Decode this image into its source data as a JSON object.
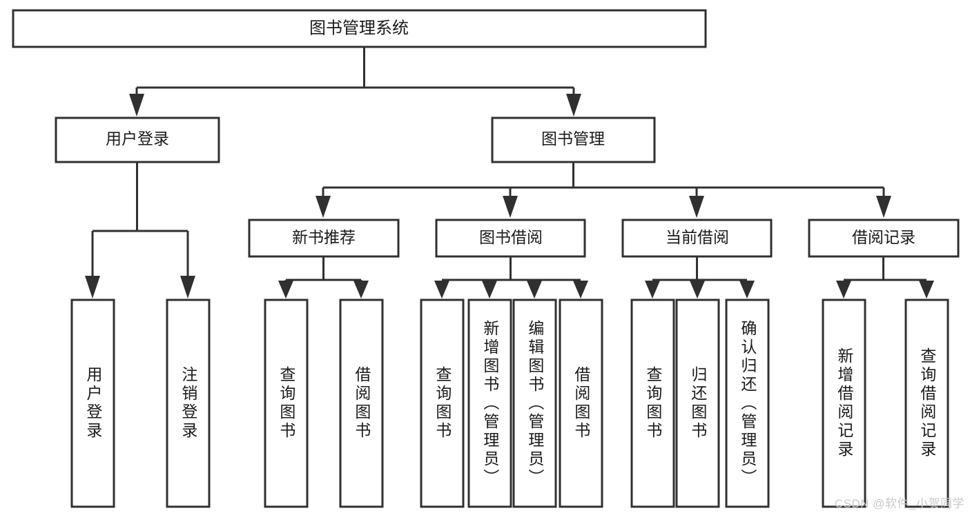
{
  "diagram": {
    "type": "tree-hierarchy",
    "title": "图书管理系统",
    "watermark": "CSDN @软件_小贺同学",
    "style": {
      "background": "#ffffff",
      "box_fill": "#ffffff",
      "line_color": "#303030",
      "text_color": "#1a1a1a",
      "watermark_color": "#c9c9c9"
    },
    "levels": {
      "level0": [
        {
          "id": "root",
          "label": "图书管理系统",
          "orientation": "horizontal"
        }
      ],
      "level1": [
        {
          "id": "user-login",
          "label": "用户登录",
          "orientation": "horizontal",
          "parent": "root"
        },
        {
          "id": "book-manage",
          "label": "图书管理",
          "orientation": "horizontal",
          "parent": "root"
        }
      ],
      "level2": [
        {
          "id": "new-book-recommend",
          "label": "新书推荐",
          "orientation": "horizontal",
          "parent": "book-manage"
        },
        {
          "id": "book-borrow",
          "label": "图书借阅",
          "orientation": "horizontal",
          "parent": "book-manage"
        },
        {
          "id": "current-borrow",
          "label": "当前借阅",
          "orientation": "horizontal",
          "parent": "book-manage"
        },
        {
          "id": "borrow-record",
          "label": "借阅记录",
          "orientation": "horizontal",
          "parent": "book-manage"
        }
      ],
      "level3": [
        {
          "id": "leaf-user-login",
          "label": "用户登录",
          "orientation": "vertical",
          "parent": "user-login"
        },
        {
          "id": "leaf-logout",
          "label": "注销登录",
          "orientation": "vertical",
          "parent": "user-login"
        },
        {
          "id": "leaf-query-book-1",
          "label": "查询图书",
          "orientation": "vertical",
          "parent": "new-book-recommend"
        },
        {
          "id": "leaf-borrow-book-1",
          "label": "借阅图书",
          "orientation": "vertical",
          "parent": "new-book-recommend"
        },
        {
          "id": "leaf-query-book-2",
          "label": "查询图书",
          "orientation": "vertical",
          "parent": "book-borrow"
        },
        {
          "id": "leaf-add-book",
          "label": "新增图书（管理员）",
          "orientation": "vertical",
          "parent": "book-borrow"
        },
        {
          "id": "leaf-edit-book",
          "label": "编辑图书（管理员）",
          "orientation": "vertical",
          "parent": "book-borrow"
        },
        {
          "id": "leaf-borrow-book-2",
          "label": "借阅图书",
          "orientation": "vertical",
          "parent": "book-borrow"
        },
        {
          "id": "leaf-query-book-3",
          "label": "查询图书",
          "orientation": "vertical",
          "parent": "current-borrow"
        },
        {
          "id": "leaf-return-book",
          "label": "归还图书",
          "orientation": "vertical",
          "parent": "current-borrow"
        },
        {
          "id": "leaf-confirm-return",
          "label": "确认归还（管理员）",
          "orientation": "vertical",
          "parent": "current-borrow"
        },
        {
          "id": "leaf-add-record",
          "label": "新增借阅记录",
          "orientation": "vertical",
          "parent": "borrow-record"
        },
        {
          "id": "leaf-query-record",
          "label": "查询借阅记录",
          "orientation": "vertical",
          "parent": "borrow-record"
        }
      ]
    }
  }
}
